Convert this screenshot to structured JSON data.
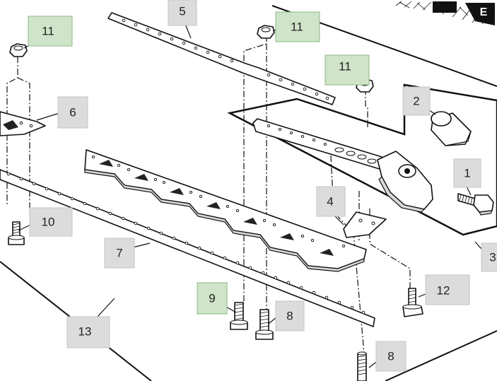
{
  "callouts": {
    "c1": "1",
    "c2": "2",
    "c3": "3",
    "c4": "4",
    "c5": "5",
    "c6": "6",
    "c7": "7",
    "c8a": "8",
    "c8b": "8",
    "c9": "9",
    "c10": "10",
    "c11a": "11",
    "c11b": "11",
    "c11c": "11",
    "c12": "12",
    "c13": "13"
  },
  "colors": {
    "callout_default": "#dcdcdc",
    "callout_highlight": "#cfe4c8",
    "line": "#111111"
  }
}
